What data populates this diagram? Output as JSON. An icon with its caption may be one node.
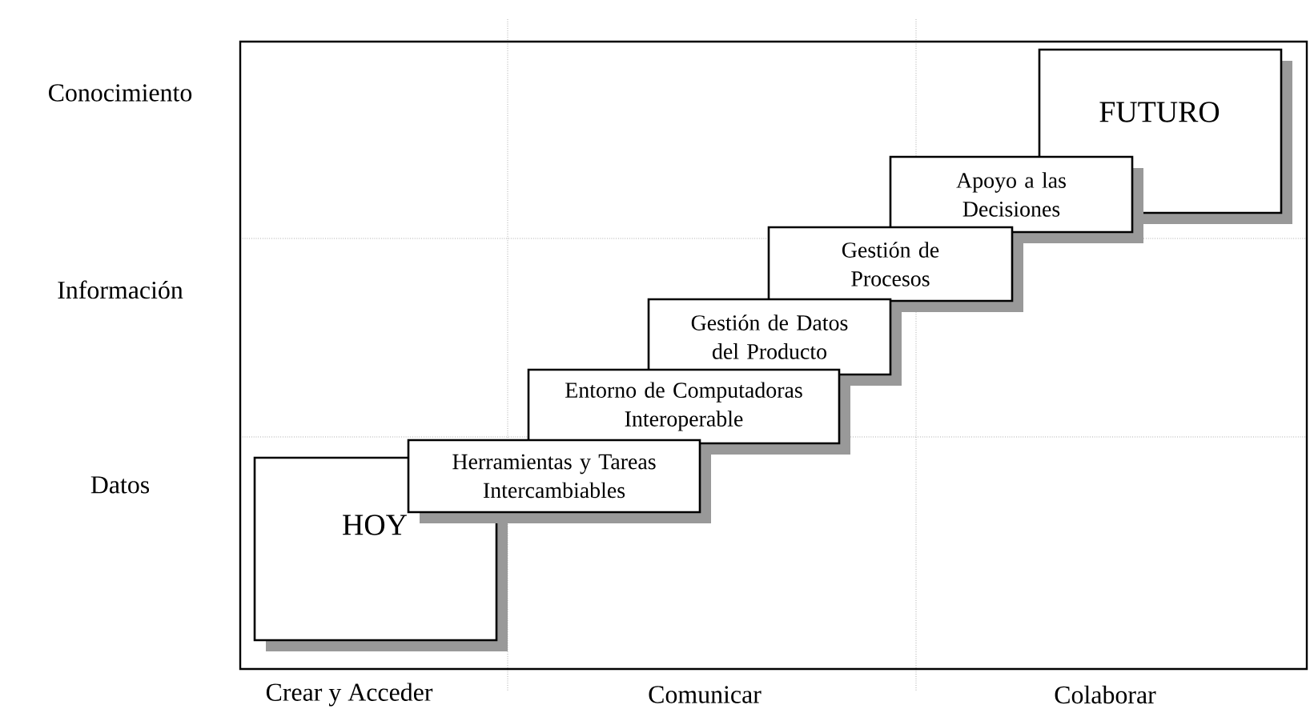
{
  "diagram": {
    "nodes": [
      {
        "text": [
          "HOY"
        ]
      },
      {
        "text": [
          "Herramientas y Tareas Intercambiables"
        ]
      },
      {
        "text": [
          "Entorno de Computadoras Interoperable"
        ]
      },
      {
        "text": [
          "Gestión de Datos del Producto"
        ]
      },
      {
        "text": [
          "Gestión de Procesos"
        ]
      },
      {
        "text": [
          "Apoyo a las Decisiones"
        ]
      },
      {
        "text": [
          "FUTURO"
        ]
      }
    ],
    "edges": [],
    "labels": [
      "Conocimiento",
      "Información",
      "Datos",
      "Crear y Acceder",
      "Comunicar",
      "Colaborar"
    ]
  }
}
